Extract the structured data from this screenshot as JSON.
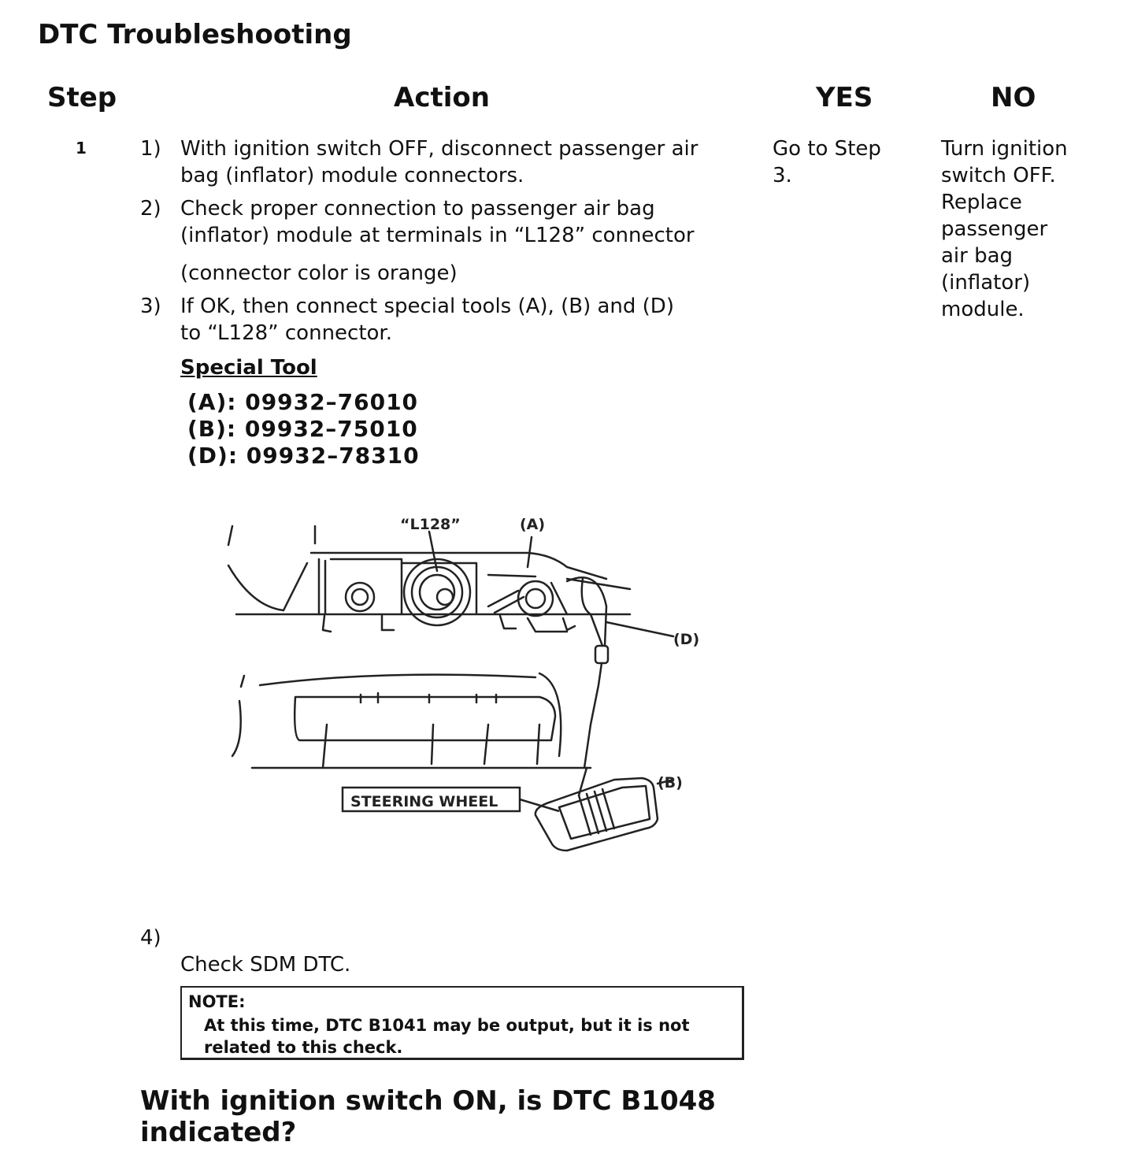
{
  "page_title": "DTC Troubleshooting",
  "headers": {
    "step": "Step",
    "action": "Action",
    "yes": "YES",
    "no": "NO"
  },
  "step_number": "1",
  "actions": {
    "item1": {
      "num": "1)",
      "line1": "With ignition switch OFF, disconnect passenger air",
      "line2": "bag (inflator) module connectors."
    },
    "item2": {
      "num": "2)",
      "line1": "Check proper connection to passenger air bag",
      "line2": "(inflator) module at terminals in “L128” connector",
      "line3": "(connector color is orange)"
    },
    "item3": {
      "num": "3)",
      "line1": "If OK, then connect special tools (A), (B) and (D)",
      "line2": "to “L128” connector."
    },
    "special_tool": {
      "title": "Special Tool",
      "tools": [
        "(A): 09932–76010",
        "(B): 09932–75010",
        "(D): 09932–78310"
      ]
    },
    "diagram": {
      "label_connector": "“L128”",
      "label_a": "(A)",
      "label_d": "(D)",
      "label_b": "(B)",
      "label_wheel": "STEERING WHEEL"
    },
    "item4": {
      "num": "4)",
      "text": "Check SDM DTC."
    },
    "note": {
      "title": "NOTE:",
      "line1": "At this time, DTC B1041 may be output, but it is not",
      "line2": "related to this check."
    }
  },
  "question": {
    "line1": "With ignition switch ON, is DTC B1048",
    "line2": "indicated?"
  },
  "yes_result": {
    "line1": "Go to Step",
    "line2": "3."
  },
  "no_result": {
    "line1": "Turn ignition",
    "line2": "switch OFF.",
    "line3": "Replace",
    "line4": "passenger",
    "line5": "air bag",
    "line6": "(inflator)",
    "line7": "module."
  }
}
